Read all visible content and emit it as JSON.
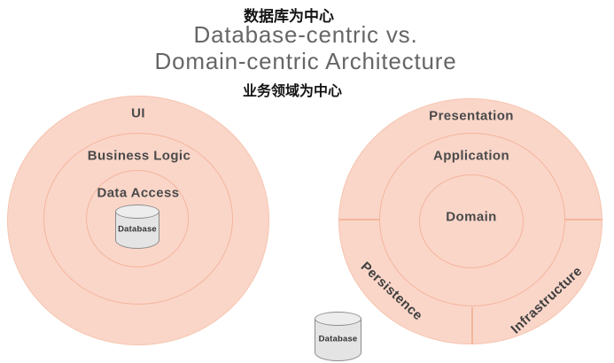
{
  "header": {
    "annotation_top": "数据库为中心",
    "title_line1": "Database-centric vs.",
    "title_line2": "Domain-centric Architecture",
    "annotation_bottom": "业务领域为中心"
  },
  "left_diagram": {
    "name": "database-centric-architecture",
    "layers": [
      {
        "label": "UI"
      },
      {
        "label": "Business Logic"
      },
      {
        "label": "Data Access"
      }
    ],
    "database": {
      "label": "Database",
      "position": "center-of-circles"
    }
  },
  "right_diagram": {
    "name": "domain-centric-architecture",
    "layers": [
      {
        "label": "Presentation"
      },
      {
        "label": "Application"
      },
      {
        "label": "Domain"
      }
    ],
    "outer_segments": [
      {
        "label": "Persistence"
      },
      {
        "label": "Infrastructure"
      }
    ],
    "database": {
      "label": "Database",
      "position": "outside-bottom-left"
    }
  },
  "colors": {
    "ring_fill": "#fad6c9",
    "ring_stroke": "#f3b59c",
    "title_text": "#666666",
    "annotation_text": "#141414",
    "layer_text": "#4a4a4a",
    "cylinder_fill": "#e4e4e4",
    "cylinder_stroke": "#8c8c8c",
    "background": "#ffffff"
  }
}
